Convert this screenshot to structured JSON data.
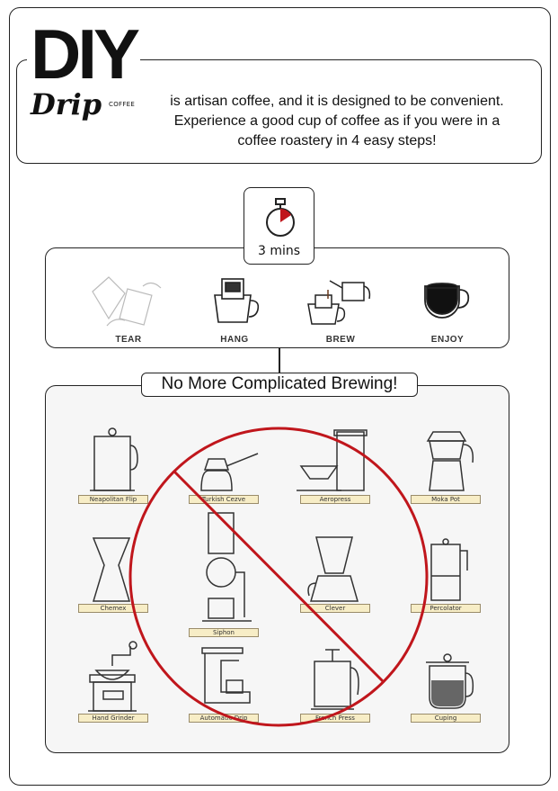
{
  "brand": {
    "diy": "DIY",
    "drip": "Drip",
    "coffee": "COFFEE"
  },
  "intro": {
    "line1": "is artisan coffee, and it is designed to be convenient.",
    "line2": "Experience a good cup of coffee as if you were in a",
    "line3": "coffee roastery in 4 easy steps!"
  },
  "timer": {
    "label": "3 mins"
  },
  "steps": [
    {
      "label": "TEAR",
      "icon": "tear-packet-icon"
    },
    {
      "label": "HANG",
      "icon": "hang-on-cup-icon"
    },
    {
      "label": "BREW",
      "icon": "pour-kettle-icon"
    },
    {
      "label": "ENJOY",
      "icon": "coffee-cup-icon"
    }
  ],
  "brewing": {
    "title": "No More Complicated Brewing!",
    "methods": [
      "Neapolitan Flip",
      "Turkish Cezve",
      "Aeropress",
      "Moka Pot",
      "Chemex",
      "Siphon",
      "Clever",
      "Percolator",
      "Hand Grinder",
      "Automatic Drip",
      "French Press",
      "Cuping"
    ]
  },
  "colors": {
    "ban": "#c0161c",
    "label_bg": "#f7edc6",
    "panel_bg": "#f6f6f6"
  }
}
